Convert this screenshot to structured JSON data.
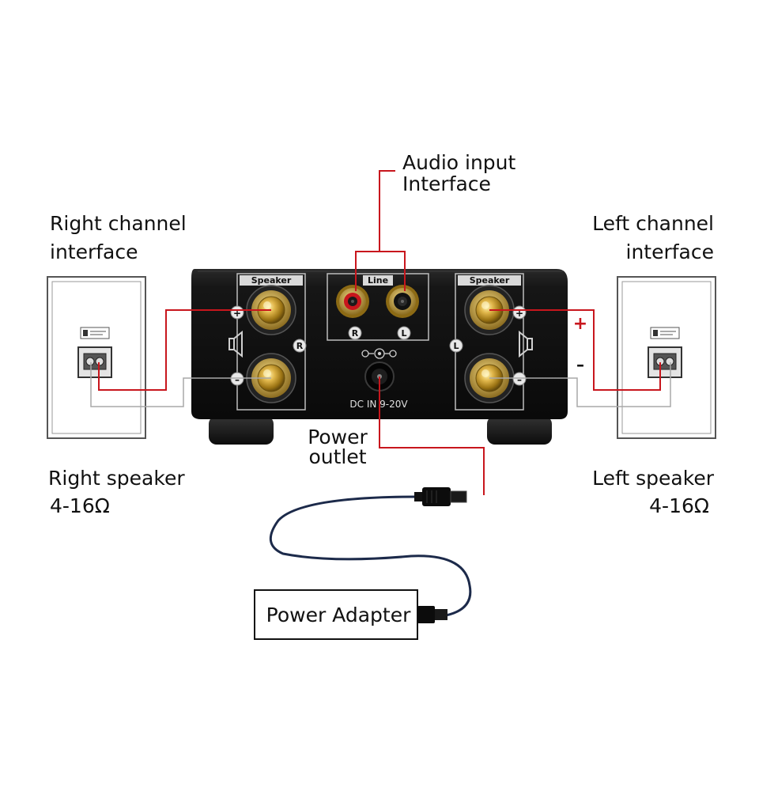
{
  "labels": {
    "audio_input_line1": "Audio input",
    "audio_input_line2": "Interface",
    "right_channel_line1": "Right channel",
    "right_channel_line2": "interface",
    "left_channel_line1": "Left channel",
    "left_channel_line2": "interface",
    "power_outlet_line1": "Power",
    "power_outlet_line2": "outlet",
    "right_speaker_line1": "Right speaker",
    "right_speaker_line2": "4-16Ω",
    "left_speaker_line1": "Left speaker",
    "left_speaker_line2": "4-16Ω",
    "power_adapter": "Power Adapter",
    "plus_sign": "+",
    "minus_sign": "–"
  },
  "amplifier": {
    "speaker_label_left_panel": "Speaker",
    "speaker_label_right_panel": "Speaker",
    "line_label": "Line",
    "channel_r": "R",
    "channel_l": "L",
    "rca_r": "R",
    "rca_l": "L",
    "dc_in": "DC IN 9-20V",
    "terminal_plus": "+",
    "terminal_minus": "–"
  },
  "colors": {
    "positive_wire": "#c8161d",
    "negative_wire": "#a8a8a8",
    "chassis": "#141414",
    "gold": "#c9a227",
    "power_cable": "#1c2a4a"
  }
}
